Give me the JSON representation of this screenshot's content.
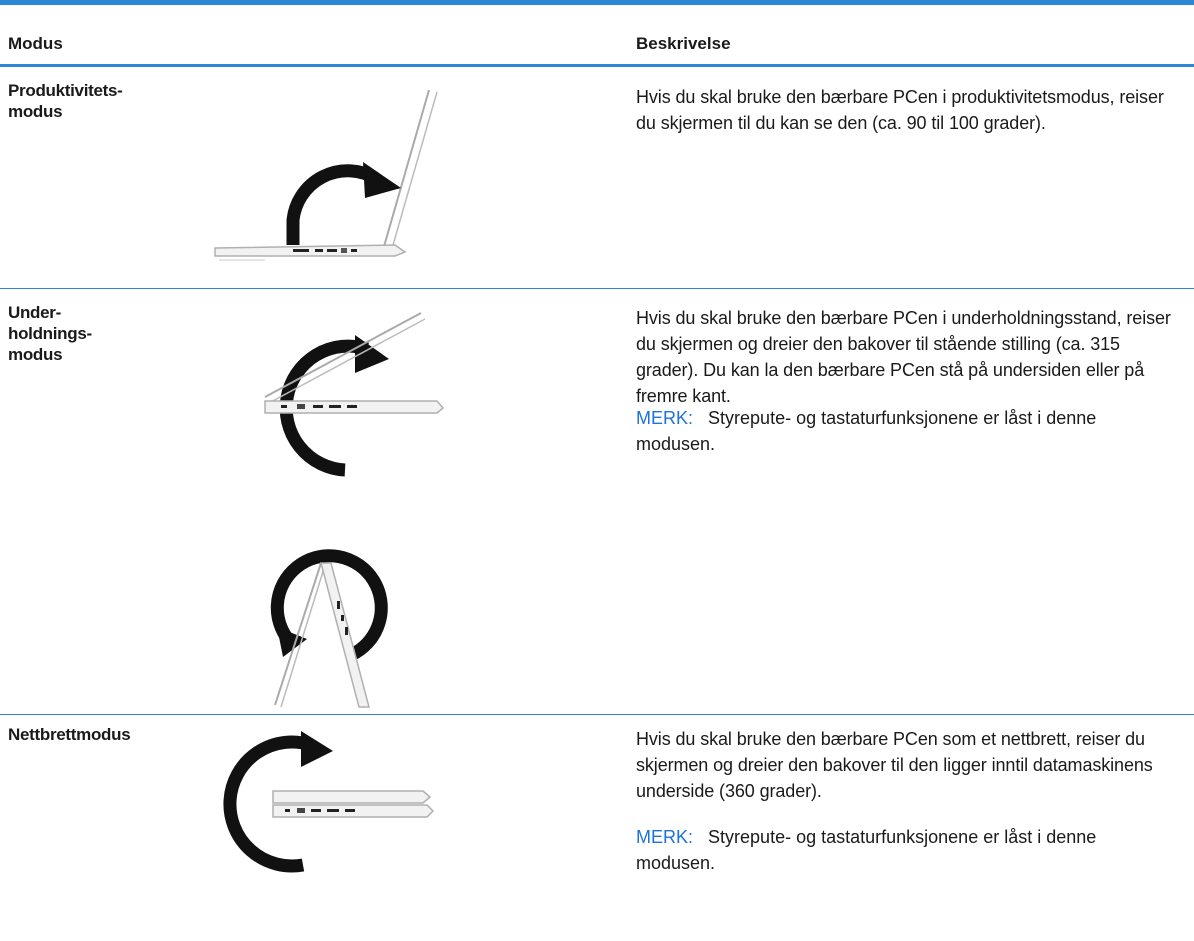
{
  "header": {
    "col_mode": "Modus",
    "col_description": "Beskrivelse"
  },
  "rows": [
    {
      "mode_lines": [
        "Produktivitets-",
        "modus"
      ],
      "description": "Hvis du skal bruke den bærbare PCen i produktivitetsmodus, reiser du skjermen til du kan se den (ca. 90 til 100 grader).",
      "illustration": "laptop-productivity-icon"
    },
    {
      "mode_lines": [
        "Under-",
        "holdnings-",
        "modus"
      ],
      "description": "Hvis du skal bruke den bærbare PCen i underholdningsstand, reiser du skjermen og dreier den bakover til stående stilling (ca. 315 grader). Du kan la den bærbare PCen stå på undersiden eller på fremre kant.",
      "note_label": "MERK:",
      "note_text": "Styrepute- og tastaturfunksjonene er låst i denne modusen.",
      "illustration": "laptop-entertainment-icon"
    },
    {
      "mode_lines": [
        "Nettbrettmodus"
      ],
      "description": "Hvis du skal bruke den bærbare PCen som et nettbrett, reiser du skjermen og dreier den bakover til den ligger inntil datamaskinens underside (360 grader).",
      "note_label": "MERK:",
      "note_text": "Styrepute- og tastaturfunksjonene er låst i denne modusen.",
      "illustration": "laptop-tablet-icon"
    }
  ],
  "colors": {
    "rule": "#2b86d4",
    "note_label": "#1b72d8",
    "text": "#1a1a1a"
  }
}
